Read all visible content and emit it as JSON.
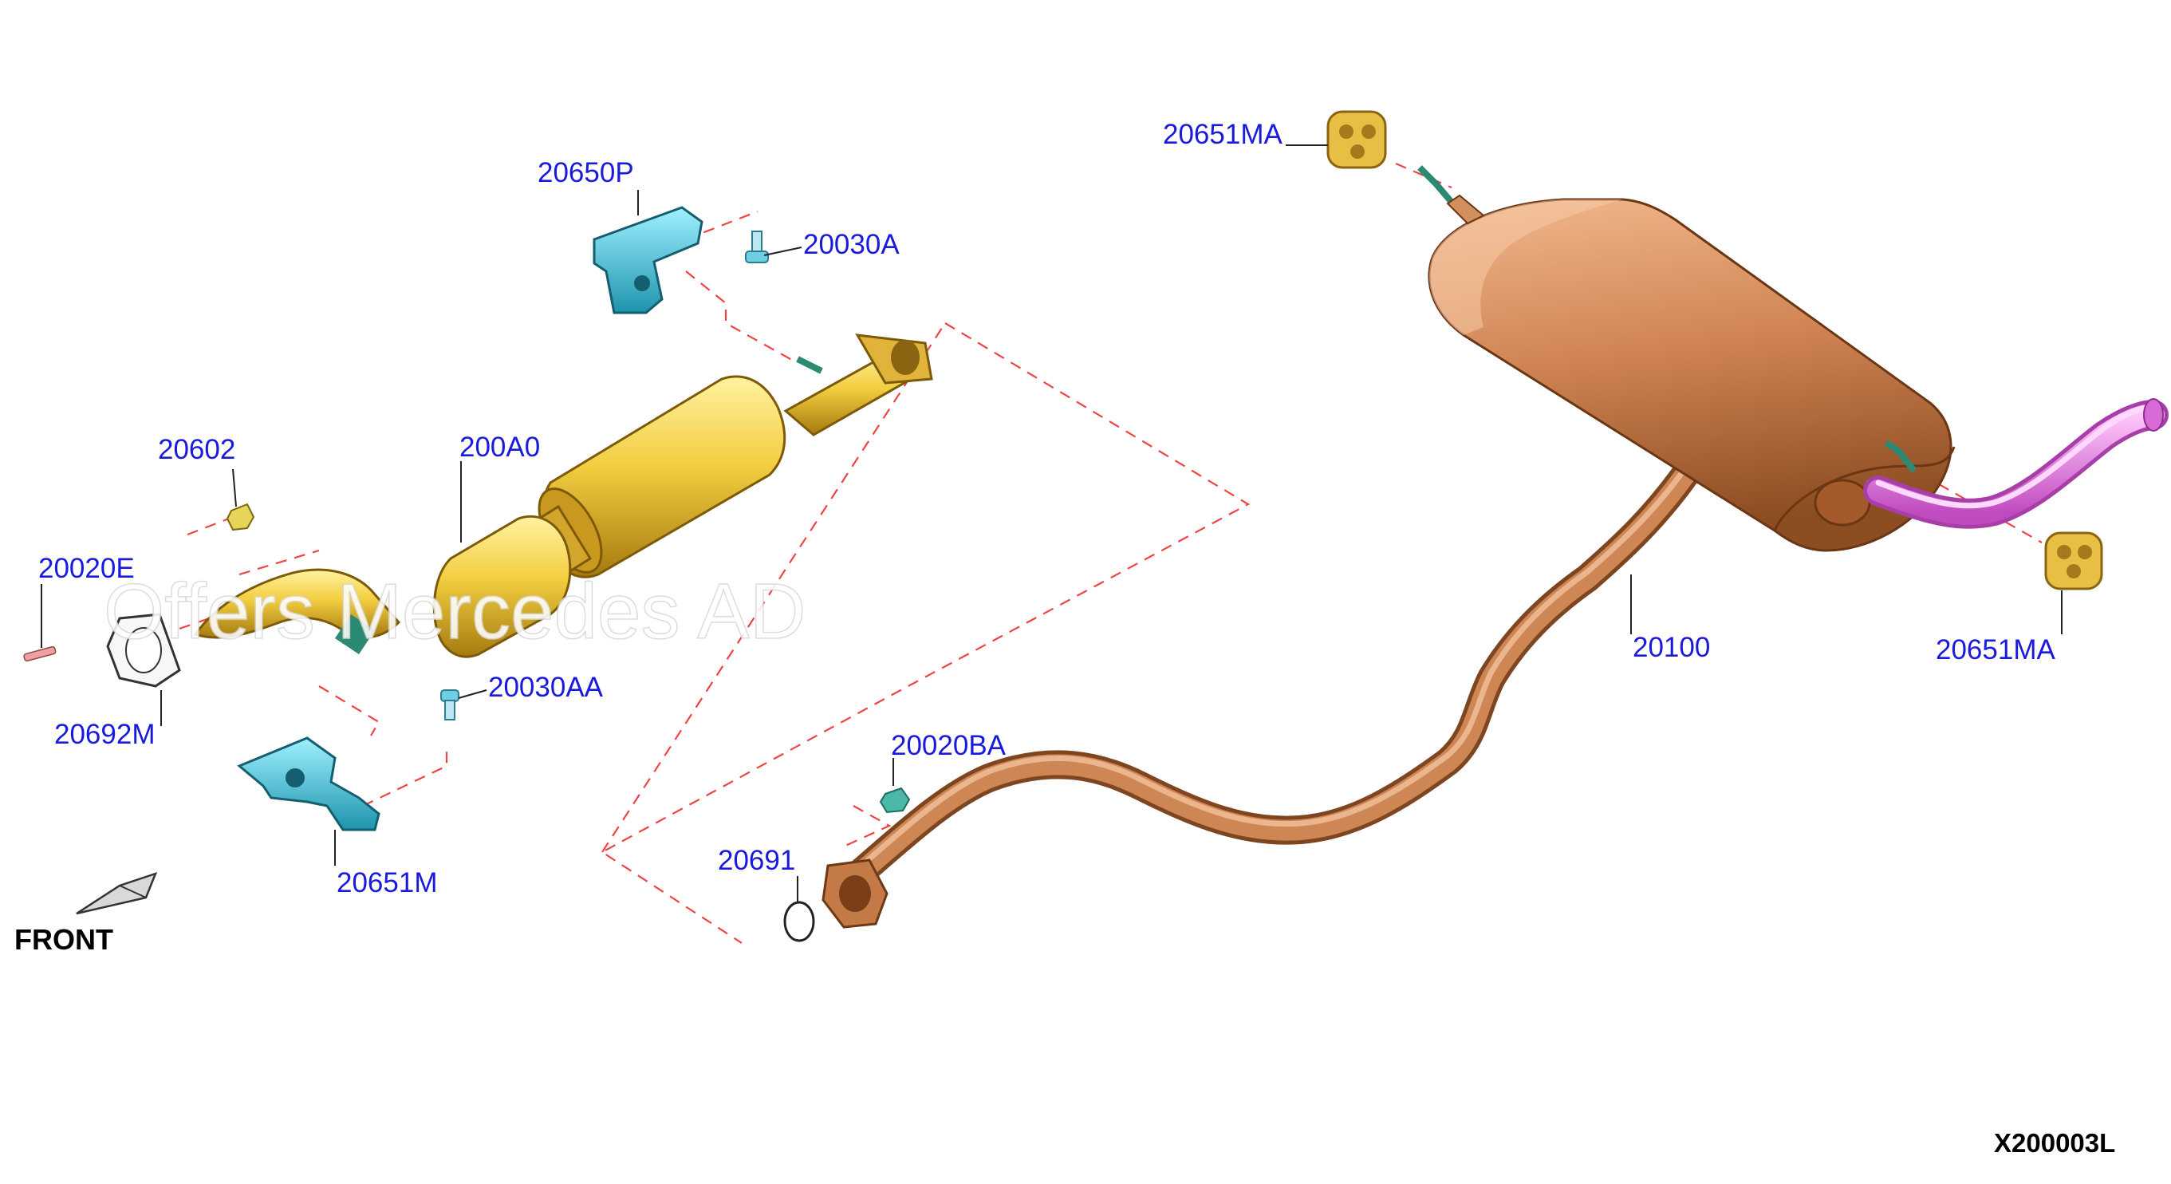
{
  "labels": {
    "l_20651MA_top": "20651MA",
    "l_20650P": "20650P",
    "l_20030A": "20030A",
    "l_20602": "20602",
    "l_200A0": "200A0",
    "l_20020E": "20020E",
    "l_20692M": "20692M",
    "l_20030AA": "20030AA",
    "l_20651M": "20651M",
    "l_20020BA": "20020BA",
    "l_20691": "20691",
    "l_20100": "20100",
    "l_20651MA_right": "20651MA"
  },
  "front_label": "FRONT",
  "diagram_code": "X200003L",
  "watermark": "Offers Mercedes AD",
  "colors": {
    "label_text": "#1a1adc",
    "catalyst_assembly": "#e8c23a",
    "front_pipe": "#e8b53a",
    "brackets": "#3cc6de",
    "rear_pipe_muffler": "#c97a44",
    "tail_pipe": "#e679e0",
    "rubber_mounts": "#e9c24f",
    "dashed_lines": "#e44444"
  }
}
